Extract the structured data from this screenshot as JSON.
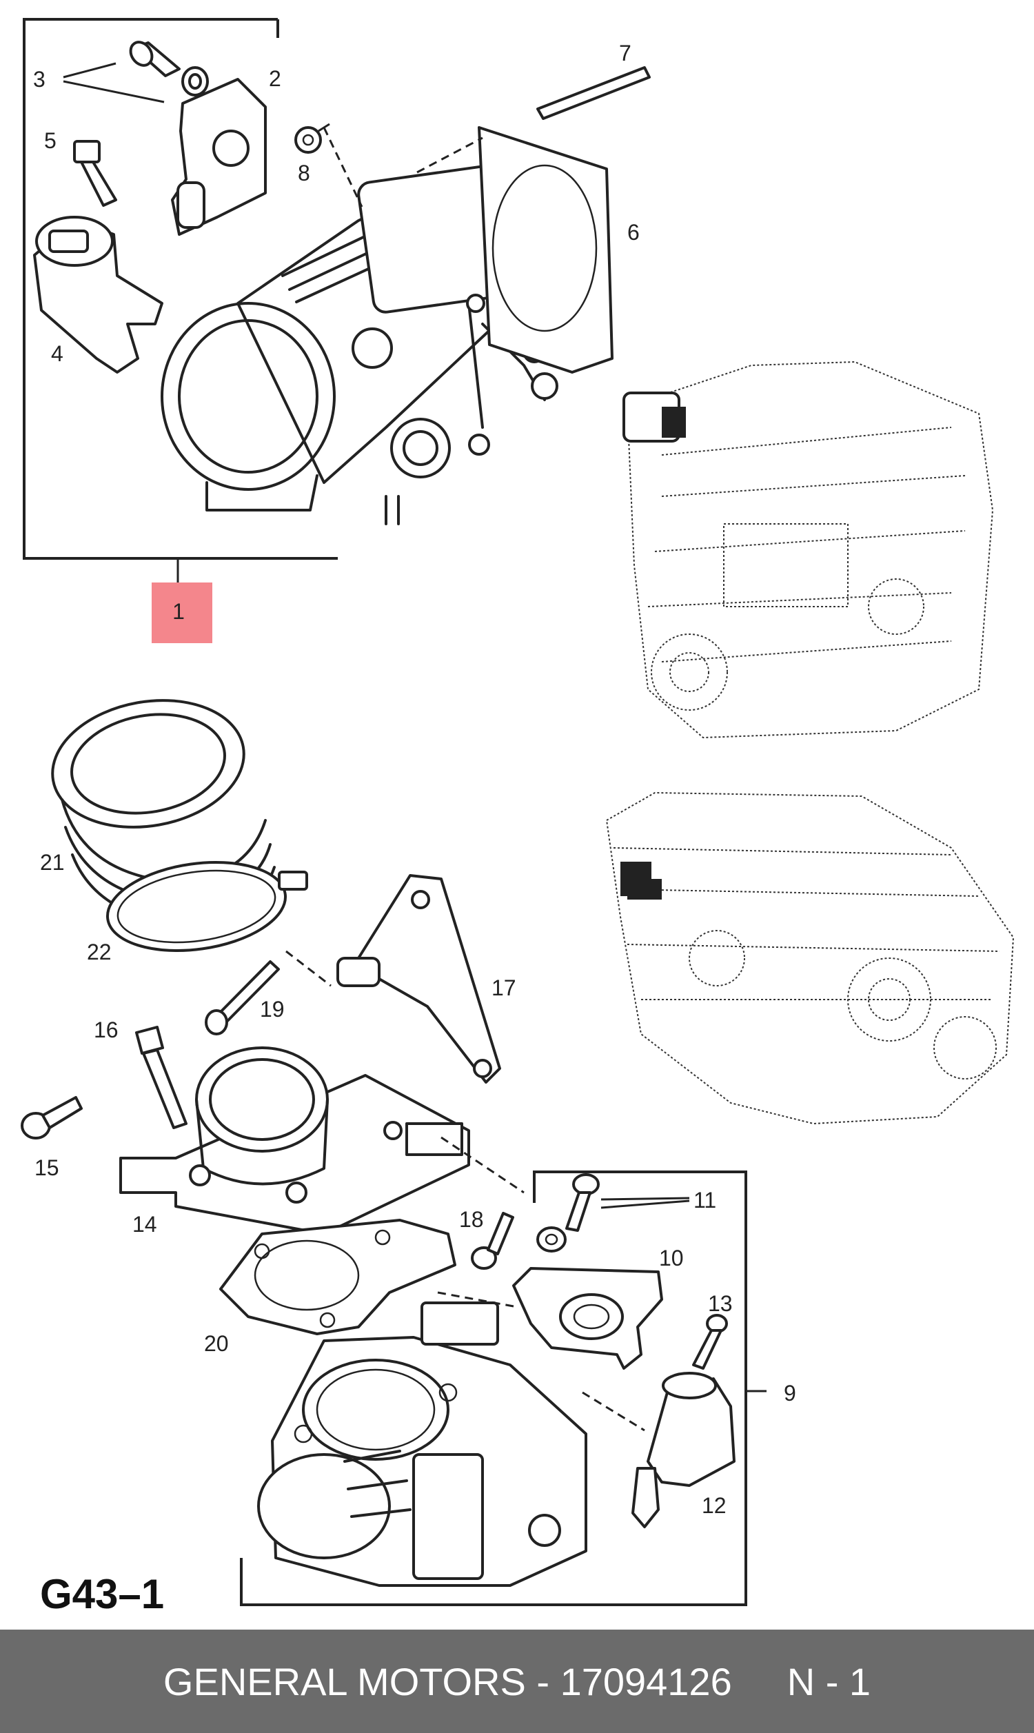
{
  "callouts": {
    "c1": "1",
    "c2": "2",
    "c3": "3",
    "c4": "4",
    "c5": "5",
    "c6": "6",
    "c7": "7",
    "c8": "8",
    "c9": "9",
    "c10": "10",
    "c11": "11",
    "c12": "12",
    "c13": "13",
    "c14": "14",
    "c15": "15",
    "c16": "16",
    "c17": "17",
    "c18": "18",
    "c19": "19",
    "c20": "20",
    "c21": "21",
    "c22": "22"
  },
  "highlight_color": "#f4868c",
  "page_code": "G43–1",
  "footer": {
    "part_info": "GENERAL MOTORS - 17094126",
    "quantity": "N - 1",
    "background_color": "#6b6b6b"
  }
}
